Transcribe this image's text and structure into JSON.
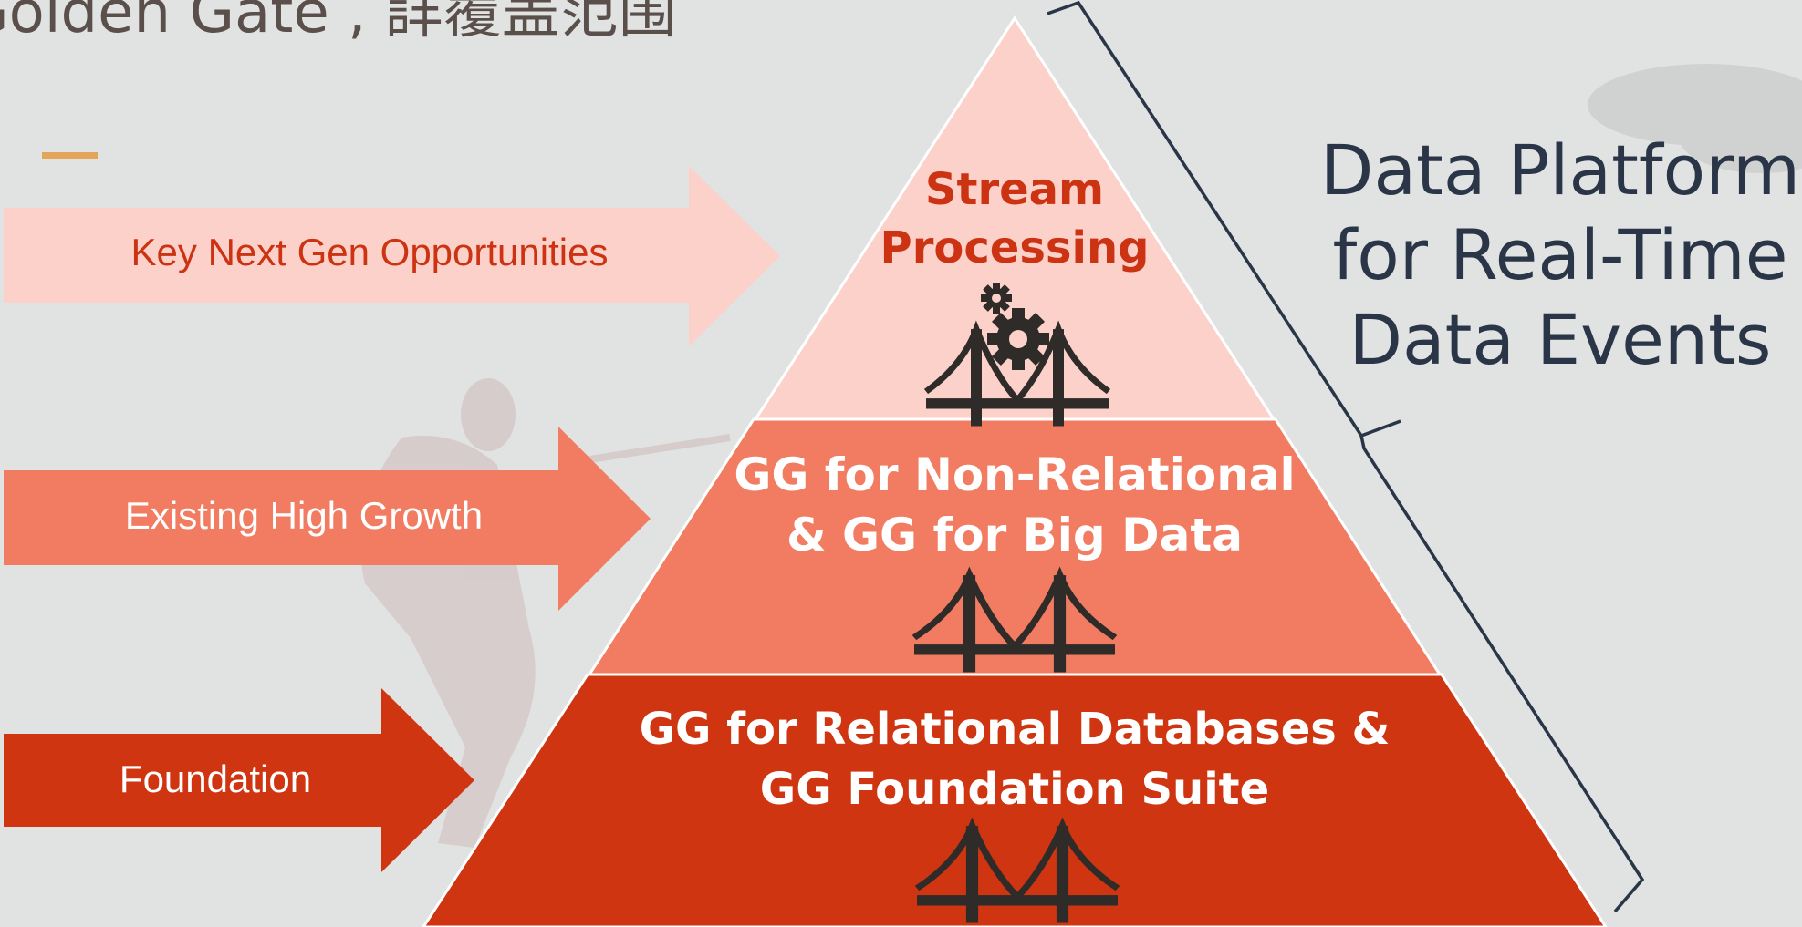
{
  "slide": {
    "title_fragment": "Golden Gate , 詳覆盖范围",
    "background_color": "#e1e3e2"
  },
  "arrows": [
    {
      "label": "Key Next Gen Opportunities",
      "color": "#fbd1ca",
      "text_color": "#cc3312"
    },
    {
      "label": "Existing High Growth",
      "color": "#f27c62",
      "text_color": "#ffffff"
    },
    {
      "label": "Foundation",
      "color": "#d03511",
      "text_color": "#ffffff"
    }
  ],
  "pyramid": {
    "top": {
      "line1": "Stream",
      "line2": "Processing",
      "color": "#fbd1ca",
      "text_color": "#cc3312",
      "icons": [
        "gear-icon",
        "bridge-icon"
      ]
    },
    "middle": {
      "line1": "GG for Non-Relational",
      "line2": "& GG for Big Data",
      "color": "#f27c62",
      "text_color": "#ffffff",
      "icons": [
        "bridge-icon"
      ]
    },
    "bottom": {
      "line1": "GG for Relational Databases &",
      "line2": "GG Foundation Suite",
      "color": "#d03511",
      "text_color": "#ffffff",
      "icons": [
        "bridge-icon"
      ]
    }
  },
  "platform": {
    "line1": "Data Platform",
    "line2": "for Real-Time",
    "line3": "Data Events",
    "color": "#2a3547"
  }
}
